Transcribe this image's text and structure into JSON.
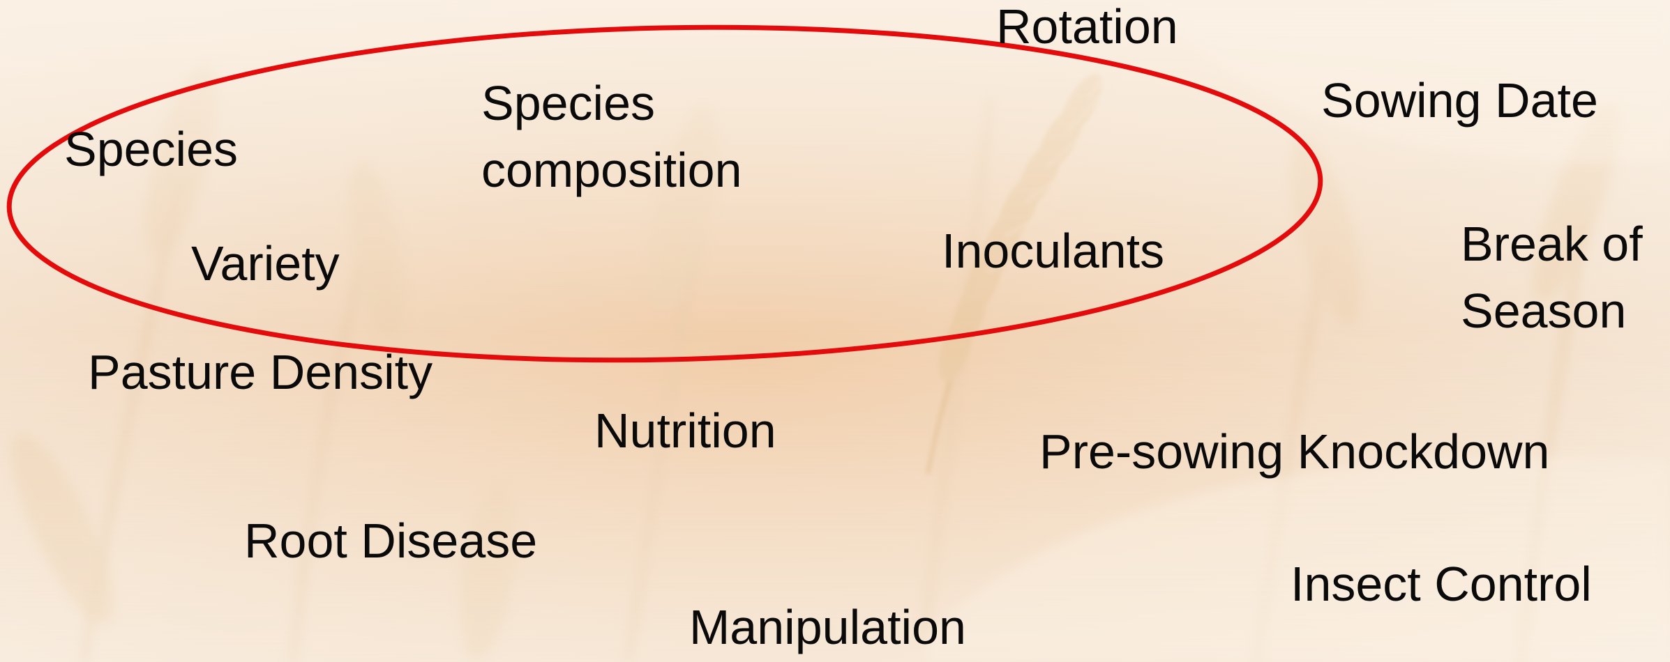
{
  "colors": {
    "background": "#f1dcc6",
    "oval_stroke": "#e30b0b",
    "text": "#0a0a0a"
  },
  "labels": {
    "rotation": "Rotation",
    "sowing_date": "Sowing Date",
    "species": "Species",
    "species_composition": "Species\ncomposition",
    "variety": "Variety",
    "inoculants": "Inoculants",
    "break_of_season": "Break of\nSeason",
    "pasture_density": "Pasture Density",
    "nutrition": "Nutrition",
    "pre_sowing_knockdown": "Pre-sowing Knockdown",
    "root_disease": "Root Disease",
    "insect_control": "Insect Control",
    "manipulation": "Manipulation"
  }
}
